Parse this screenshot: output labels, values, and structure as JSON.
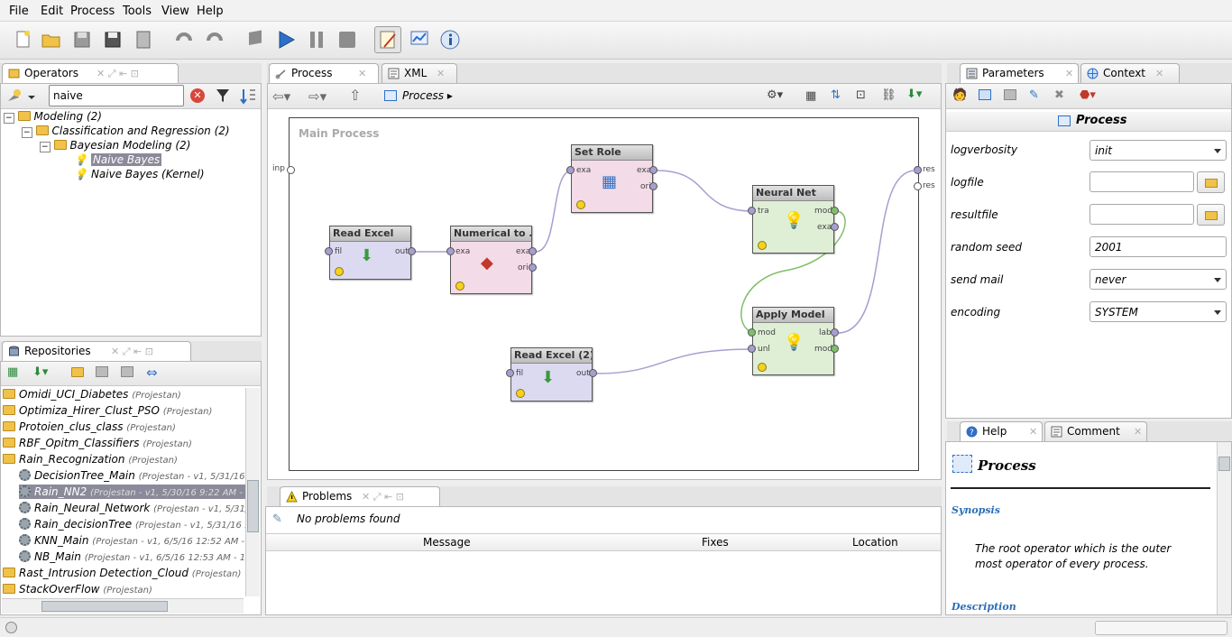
{
  "menu": [
    "File",
    "Edit",
    "Process",
    "Tools",
    "View",
    "Help"
  ],
  "operators": {
    "tab_label": "Operators",
    "search_value": "naive",
    "tree": [
      {
        "label": "Modeling (2)"
      },
      {
        "label": "Classification and Regression (2)"
      },
      {
        "label": "Bayesian Modeling (2)"
      },
      {
        "label": "Naive Bayes"
      },
      {
        "label": "Naive Bayes (Kernel)"
      }
    ]
  },
  "repositories": {
    "tab_label": "Repositories",
    "items": [
      {
        "name": "Omidi_UCI_Diabetes",
        "meta": "(Projestan)"
      },
      {
        "name": "Optimiza_Hirer_Clust_PSO",
        "meta": "(Projestan)"
      },
      {
        "name": "Protoien_clus_class",
        "meta": "(Projestan)"
      },
      {
        "name": "RBF_Opitm_Classifiers",
        "meta": "(Projestan)"
      },
      {
        "name": "Rain_Recognization",
        "meta": "(Projestan)"
      },
      {
        "name": "DecisionTree_Main",
        "meta": "(Projestan - v1, 5/31/16 1"
      },
      {
        "name": "Rain_NN2",
        "meta": "(Projestan - v1, 5/30/16 9:22 AM -"
      },
      {
        "name": "Rain_Neural_Network",
        "meta": "(Projestan - v1, 5/31/1"
      },
      {
        "name": "Rain_decisionTree",
        "meta": "(Projestan - v1, 5/31/16 1"
      },
      {
        "name": "KNN_Main",
        "meta": "(Projestan - v1, 6/5/16 12:52 AM -"
      },
      {
        "name": "NB_Main",
        "meta": "(Projestan - v1, 6/5/16 12:53 AM - 11"
      },
      {
        "name": "Rast_Intrusion Detection_Cloud",
        "meta": "(Projestan)"
      },
      {
        "name": "StackOverFlow",
        "meta": "(Projestan)"
      }
    ]
  },
  "process": {
    "tabs": [
      "Process",
      "XML"
    ],
    "breadcrumb": "Process",
    "canvas_title": "Main Process",
    "inp": "inp",
    "res": [
      "res",
      "res"
    ],
    "operators": [
      {
        "name": "Read Excel",
        "ports_in": [
          "fil"
        ],
        "ports_out": [
          "out"
        ]
      },
      {
        "name": "Numerical to ...",
        "ports_in": [
          "exa"
        ],
        "ports_out": [
          "exa",
          "ori"
        ]
      },
      {
        "name": "Set Role",
        "ports_in": [
          "exa"
        ],
        "ports_out": [
          "exa",
          "ori"
        ]
      },
      {
        "name": "Neural Net",
        "ports_in": [
          "tra"
        ],
        "ports_out": [
          "mod",
          "exa"
        ]
      },
      {
        "name": "Apply Model",
        "ports_in": [
          "mod",
          "unl"
        ],
        "ports_out": [
          "lab",
          "mod"
        ]
      },
      {
        "name": "Read Excel (2)",
        "ports_in": [
          "fil"
        ],
        "ports_out": [
          "out"
        ]
      }
    ]
  },
  "problems": {
    "tab_label": "Problems",
    "status": "No problems found",
    "columns": [
      "Message",
      "Fixes",
      "Location"
    ]
  },
  "parameters": {
    "tabs": [
      "Parameters",
      "Context"
    ],
    "title": "Process",
    "rows": [
      {
        "label": "logverbosity",
        "value": "init"
      },
      {
        "label": "logfile",
        "value": ""
      },
      {
        "label": "resultfile",
        "value": ""
      },
      {
        "label": "random seed",
        "value": "2001"
      },
      {
        "label": "send mail",
        "value": "never"
      },
      {
        "label": "encoding",
        "value": "SYSTEM"
      }
    ]
  },
  "help": {
    "tabs": [
      "Help",
      "Comment"
    ],
    "title": "Process",
    "synopsis_heading": "Synopsis",
    "synopsis": "The root operator which is the outer most operator of every process.",
    "description_heading": "Description"
  },
  "colors": {
    "selection": "#8a8a9a",
    "op_purple": "#dcdaf0",
    "op_pink": "#f3dbe8",
    "op_green": "#dfefd6",
    "link": "#2a6fb7"
  }
}
